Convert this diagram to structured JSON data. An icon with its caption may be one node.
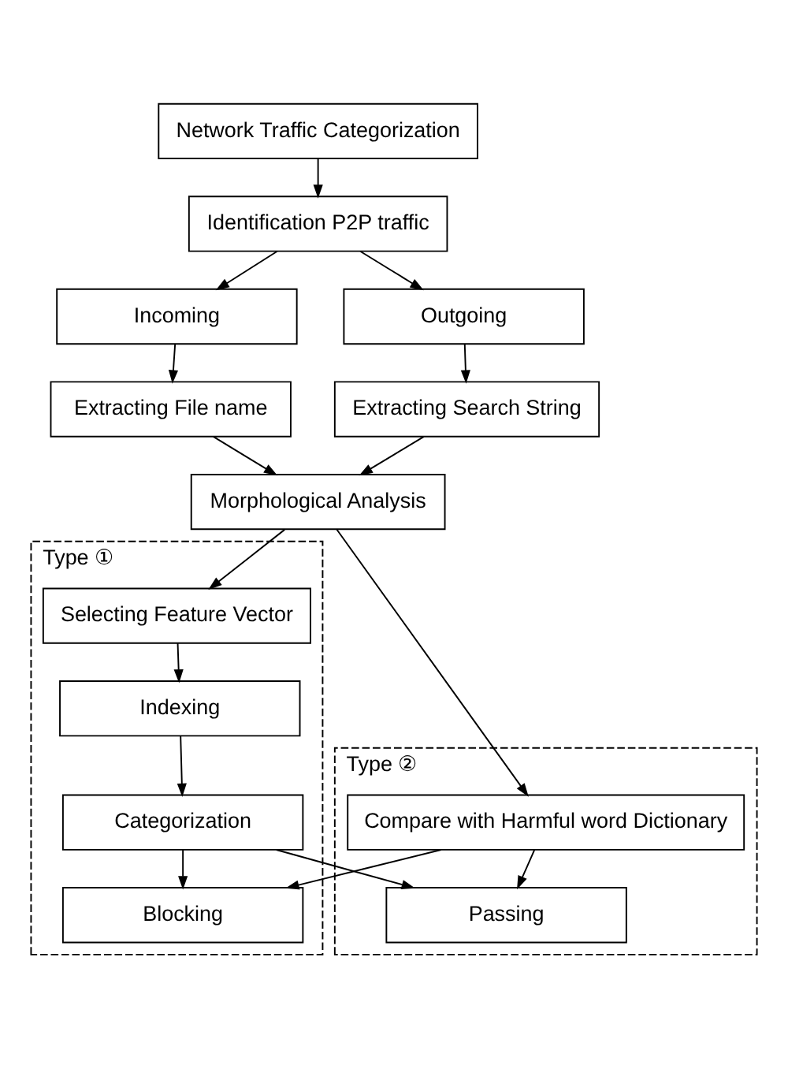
{
  "diagram": {
    "nodes": [
      {
        "text": [
          "Network Traffic Categorization"
        ]
      },
      {
        "text": [
          "Identification P2P traffic"
        ]
      },
      {
        "text": [
          "Incoming"
        ]
      },
      {
        "text": [
          "Outgoing"
        ]
      },
      {
        "text": [
          "Extracting File name"
        ]
      },
      {
        "text": [
          "Extracting Search String"
        ]
      },
      {
        "text": [
          "Morphological Analysis"
        ]
      },
      {
        "text": [
          "Type ①"
        ]
      },
      {
        "text": [
          "Selecting Feature Vector"
        ],
        "in": 7
      },
      {
        "text": [
          "Indexing"
        ],
        "in": 7
      },
      {
        "text": [
          "Categorization"
        ],
        "in": 7
      },
      {
        "text": [
          "Blocking"
        ],
        "in": 7
      },
      {
        "text": [
          "Type ②"
        ]
      },
      {
        "text": [
          "Compare with Harmful word Dictionary"
        ],
        "in": 12
      },
      {
        "text": [
          "Passing"
        ],
        "in": 12
      }
    ],
    "edges": [
      {
        "from": 0,
        "to": 1,
        "arrow": "to"
      },
      {
        "from": 1,
        "to": 2,
        "arrow": "to"
      },
      {
        "from": 1,
        "to": 3,
        "arrow": "to"
      },
      {
        "from": 2,
        "to": 4,
        "arrow": "to"
      },
      {
        "from": 3,
        "to": 5,
        "arrow": "to"
      },
      {
        "from": 4,
        "to": 6,
        "arrow": "to"
      },
      {
        "from": 5,
        "to": 6,
        "arrow": "to"
      },
      {
        "from": 6,
        "to": 8,
        "arrow": "to"
      },
      {
        "from": 6,
        "to": 13,
        "arrow": "to"
      },
      {
        "from": 8,
        "to": 9,
        "arrow": "to"
      },
      {
        "from": 9,
        "to": 10,
        "arrow": "to"
      },
      {
        "from": 10,
        "to": 11,
        "arrow": "to"
      },
      {
        "from": 10,
        "to": 14,
        "arrow": "to"
      },
      {
        "from": 13,
        "to": 11,
        "arrow": "to"
      },
      {
        "from": 13,
        "to": 14,
        "arrow": "to"
      }
    ]
  }
}
